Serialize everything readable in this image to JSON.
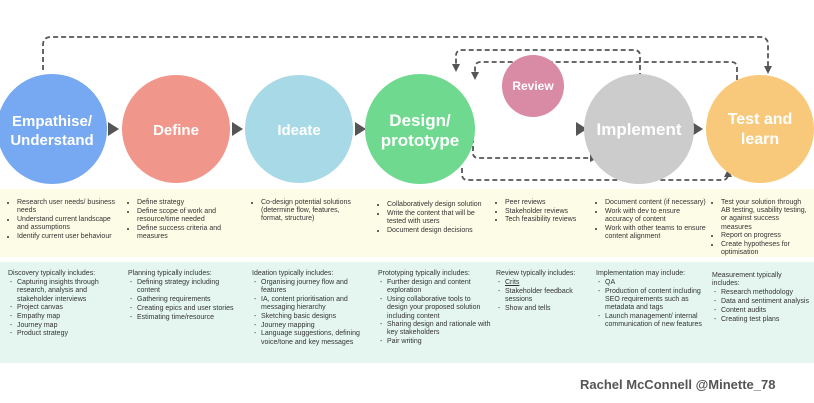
{
  "colors": {
    "empathise": "#77a8f2",
    "define": "#f0968a",
    "ideate": "#a8d9e6",
    "design": "#6fd98f",
    "review": "#d98aa5",
    "implement": "#cccccc",
    "test": "#f8c97a",
    "arrow": "#555555",
    "band_top": "#fdfce6",
    "band_bottom": "#e4f6ef"
  },
  "stages": {
    "empathise": {
      "line1": "Empathise/",
      "line2": "Understand"
    },
    "define": {
      "line1": "Define"
    },
    "ideate": {
      "line1": "Ideate"
    },
    "design": {
      "line1": "Design/",
      "line2": "prototype"
    },
    "review": {
      "line1": "Review"
    },
    "implement": {
      "line1": "Implement"
    },
    "test": {
      "line1": "Test and",
      "line2": "learn"
    }
  },
  "activities": [
    [
      "Research user needs/ business needs",
      "Understand current landscape and assumptions",
      "Identify current user behaviour"
    ],
    [
      "Define strategy",
      "Define scope of work and resource/time needed",
      "Define success criteria and measures"
    ],
    [
      "Co-design potential solutions (determine flow, features, format, structure)"
    ],
    [
      "Collaboratively design solution",
      "Write the content that will be tested with users",
      "Document design decisions"
    ],
    [
      "Peer reviews",
      "Stakeholder reviews",
      "Tech feasibility reviews"
    ],
    [
      "Document content (if necessary)",
      "Work with dev to ensure accuracy of content",
      "Work with other teams to ensure content alignment"
    ],
    [
      "Test your solution through AB testing, usability testing, or against success measures",
      "Report on progress",
      "Create hypotheses for optimisation"
    ]
  ],
  "includes": [
    {
      "title": "Discovery typically includes:",
      "items": [
        "Capturing insights through research, analysis and stakeholder interviews",
        "Project canvas",
        "Empathy map",
        "Journey map",
        "Product strategy"
      ]
    },
    {
      "title": "Planning typically includes:",
      "items": [
        "Defining strategy including content",
        "Gathering requirements",
        "Creating epics and user stories",
        "Estimating time/resource"
      ]
    },
    {
      "title": "Ideation typically includes:",
      "items": [
        "Organising journey flow and features",
        "IA, content prioritisation and messaging hierarchy",
        "Sketching basic designs",
        "Journey mapping",
        "Language suggestions, defining voice/tone and key messages"
      ]
    },
    {
      "title": "Prototyping typically includes:",
      "items": [
        "Further design and content exploration",
        "Using collaborative tools to design your proposed solution including content",
        "Sharing design and rationale with key stakeholders",
        "Pair writing"
      ]
    },
    {
      "title": "Review typically includes:",
      "items": [
        "Crits",
        "Stakeholder feedback sessions",
        "Show and tells"
      ]
    },
    {
      "title": "Implementation may include:",
      "items": [
        "QA",
        "Production of content including SEO requirements such as metadata and tags",
        "Launch management/ internal communication of new features"
      ]
    },
    {
      "title": "Measurement typically includes:",
      "items": [
        "Research methodology",
        "Data and sentiment analysis",
        "Content audits",
        "Creating test plans"
      ]
    }
  ],
  "credit": "Rachel McConnell @Minette_78"
}
